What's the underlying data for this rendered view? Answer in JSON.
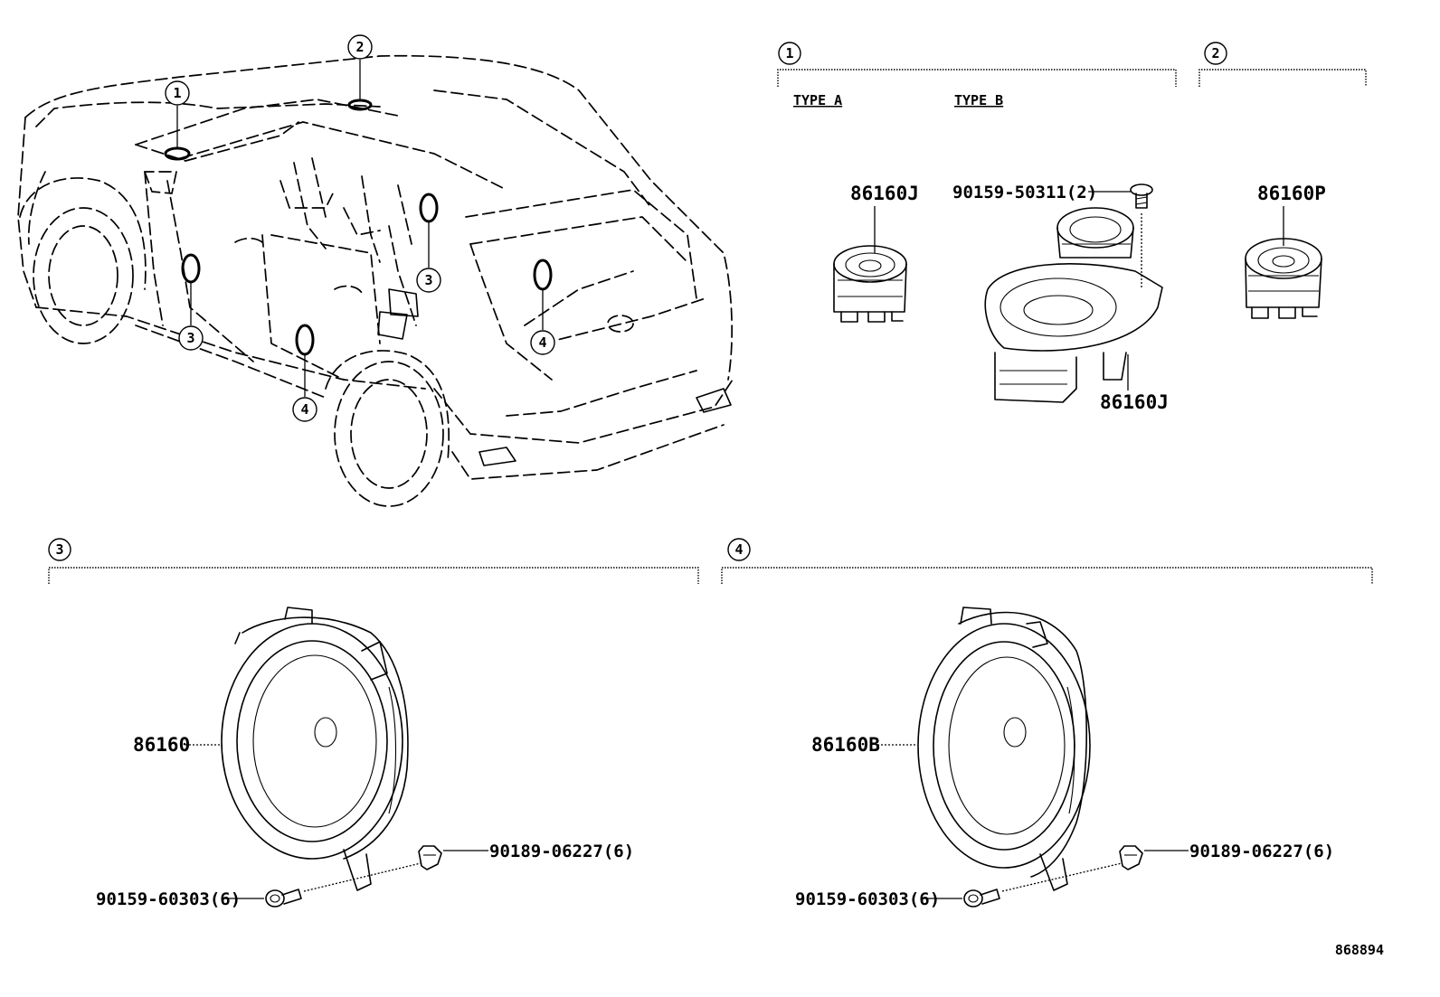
{
  "diagram": {
    "figure_number": "868894",
    "callouts": {
      "c1": "1",
      "c2": "2",
      "c3": "3",
      "c4": "4"
    },
    "groups": [
      {
        "id": "g1",
        "callout": "1",
        "type_labels": [
          "TYPE A",
          "TYPE B"
        ]
      },
      {
        "id": "g2",
        "callout": "2"
      },
      {
        "id": "g3",
        "callout": "3"
      },
      {
        "id": "g4",
        "callout": "4"
      }
    ],
    "parts": {
      "tweeter_type_a": "86160J",
      "tweeter_type_b_screw": "90159-50311(2)",
      "speaker_type_b": "86160J",
      "tweeter_group2": "86160P",
      "front_door_speaker": "86160",
      "front_door_clip": "90189-06227(6)",
      "front_door_screw": "90159-60303(6)",
      "rear_door_speaker": "86160B",
      "rear_door_clip": "90189-06227(6)",
      "rear_door_screw": "90159-60303(6)"
    },
    "type_a_label": "TYPE A",
    "type_b_label": "TYPE B",
    "icons": [
      "car-outline-diagram",
      "tweeter-icon",
      "speaker-icon",
      "screw-icon",
      "clip-icon"
    ]
  }
}
